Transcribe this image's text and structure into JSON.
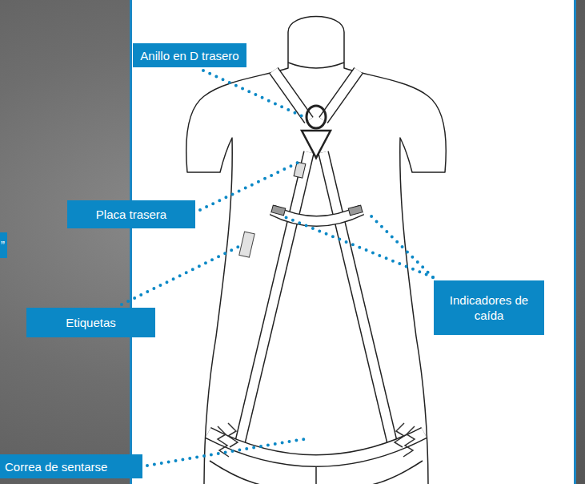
{
  "diagram": {
    "nodes": [
      {
        "text": [
          "Anillo en D trasero"
        ]
      },
      {
        "text": [
          "Placa trasera"
        ]
      },
      {
        "text": [
          "Indicadores de caída"
        ]
      },
      {
        "text": [
          "Etiquetas"
        ]
      },
      {
        "text": [
          "Correa de sentarse"
        ]
      }
    ],
    "edges": [],
    "labels": [
      "”"
    ]
  }
}
